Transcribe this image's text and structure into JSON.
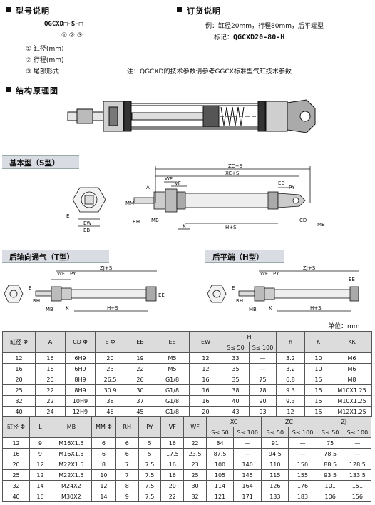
{
  "model": {
    "heading": "型号说明",
    "code": "QGCXD□-S-□",
    "markers": "①  ②  ③",
    "items": [
      "①  缸径(mm)",
      "②  行程(mm)",
      "③  尾部形式"
    ]
  },
  "order": {
    "heading": "订货说明",
    "example": "例：缸径20mm，行程80mm，后平端型",
    "marking_label": "标记：",
    "marking_code": "QGCXD20-80-H"
  },
  "note": "注：QGCXD的技术参数请参考GGCX标准型气缸技术参数",
  "structure": {
    "heading": "结构原理图"
  },
  "basic": {
    "title": "基本型（S型）",
    "dims": [
      "ZC+S",
      "XC+S",
      "WF",
      "VF",
      "EE",
      "PY",
      "A",
      "MM",
      "RH",
      "MB",
      "H+S",
      "K",
      "CD",
      "MB",
      "E",
      "EW",
      "EB"
    ]
  },
  "rear_axial": {
    "title": "后轴向通气（T型）",
    "dims": [
      "ZJ+S",
      "WF",
      "PY",
      "EE",
      "H+S",
      "K",
      "RH",
      "MB",
      "E"
    ]
  },
  "rear_flat": {
    "title": "后平端（H型）",
    "dims": [
      "ZJ+S",
      "WF",
      "PY",
      "EE",
      "H+S",
      "K",
      "RH",
      "MB",
      "E"
    ]
  },
  "unit": "单位：mm",
  "table1": {
    "headers": [
      "缸径 Φ",
      "A",
      "CD Φ",
      "E Φ",
      "EB",
      "EE",
      "EW",
      "H",
      "h",
      "K",
      "KK"
    ],
    "h_sub": [
      "S≤ 50",
      "S≤ 100"
    ],
    "rows": [
      [
        "12",
        "16",
        "6H9",
        "20",
        "19",
        "M5",
        "12",
        "33",
        "—",
        "3.2",
        "10",
        "M6"
      ],
      [
        "16",
        "16",
        "6H9",
        "23",
        "22",
        "M5",
        "12",
        "35",
        "—",
        "3.2",
        "10",
        "M6"
      ],
      [
        "20",
        "20",
        "8H9",
        "26.5",
        "26",
        "G1/8",
        "16",
        "35",
        "75",
        "6.8",
        "15",
        "M8"
      ],
      [
        "25",
        "22",
        "8H9",
        "30.9",
        "30",
        "G1/8",
        "16",
        "38",
        "78",
        "9.3",
        "15",
        "M10X1.25"
      ],
      [
        "32",
        "22",
        "10H9",
        "38",
        "37",
        "G1/8",
        "16",
        "40",
        "90",
        "9.3",
        "15",
        "M10X1.25"
      ],
      [
        "40",
        "24",
        "12H9",
        "46",
        "45",
        "G1/8",
        "20",
        "43",
        "93",
        "12",
        "15",
        "M12X1.25"
      ]
    ]
  },
  "table2": {
    "headers": [
      "缸径 Φ",
      "L",
      "MB",
      "MM Φ",
      "RH",
      "PY",
      "VF",
      "WF",
      "XC",
      "ZC",
      "ZJ"
    ],
    "sub": [
      "S≤ 50",
      "S≤ 100",
      "S≤ 50",
      "S≤ 100",
      "S≤ 50",
      "S≤ 100"
    ],
    "rows": [
      [
        "12",
        "9",
        "M16X1.5",
        "6",
        "6",
        "5",
        "16",
        "22",
        "84",
        "—",
        "91",
        "—",
        "75",
        "—"
      ],
      [
        "16",
        "9",
        "M16X1.5",
        "6",
        "6",
        "5",
        "17.5",
        "23.5",
        "87.5",
        "—",
        "94.5",
        "—",
        "78.5",
        "—"
      ],
      [
        "20",
        "12",
        "M22X1.5",
        "8",
        "7",
        "7.5",
        "16",
        "23",
        "100",
        "140",
        "110",
        "150",
        "88.5",
        "128.5"
      ],
      [
        "25",
        "12",
        "M22X1.5",
        "10",
        "7",
        "7.5",
        "16",
        "25",
        "105",
        "145",
        "115",
        "155",
        "93.5",
        "133.5"
      ],
      [
        "32",
        "14",
        "M24X2",
        "12",
        "8",
        "7.5",
        "20",
        "30",
        "114",
        "164",
        "126",
        "176",
        "101",
        "151"
      ],
      [
        "40",
        "16",
        "M30X2",
        "14",
        "9",
        "7.5",
        "22",
        "32",
        "121",
        "171",
        "133",
        "183",
        "106",
        "156"
      ]
    ]
  },
  "colors": {
    "band": "#d9dde3",
    "header": "#dcdcdc",
    "metal": "#444444"
  }
}
